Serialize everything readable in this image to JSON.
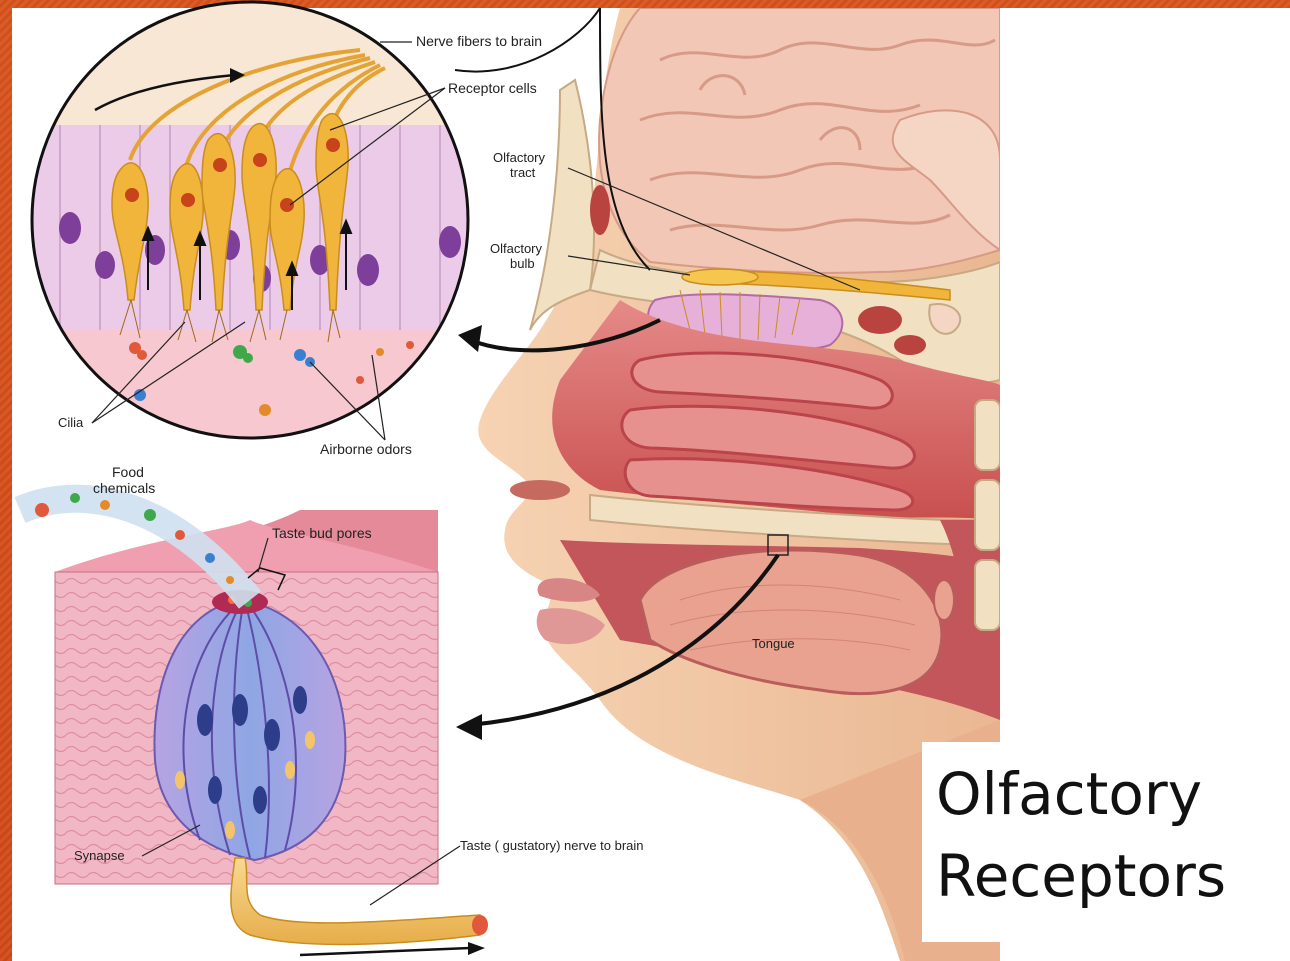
{
  "slide": {
    "title_line1": "Olfactory",
    "title_line2": "Receptors"
  },
  "labels": {
    "nerve_fibers": "Nerve fibers to brain",
    "receptor_cells": "Receptor cells",
    "olfactory_tract_1": "Olfactory",
    "olfactory_tract_2": "tract",
    "olfactory_bulb_1": "Olfactory",
    "olfactory_bulb_2": "bulb",
    "cilia": "Cilia",
    "airborne_odors": "Airborne odors",
    "food_chemicals_1": "Food",
    "food_chemicals_2": "chemicals",
    "taste_bud_pores": "Taste bud pores",
    "tongue": "Tongue",
    "synapse": "Synapse",
    "taste_nerve": "Taste ( gustatory) nerve to brain"
  },
  "colors": {
    "slide_orange": "#d9531c",
    "skin": "#f3c9a6",
    "nasal_tissue": "#d8686a",
    "brain": "#f2c7b6",
    "cell_fill": "#f0b53a",
    "cytoplasm": "#eccbe8",
    "taste_bud": "#a89ad8"
  }
}
